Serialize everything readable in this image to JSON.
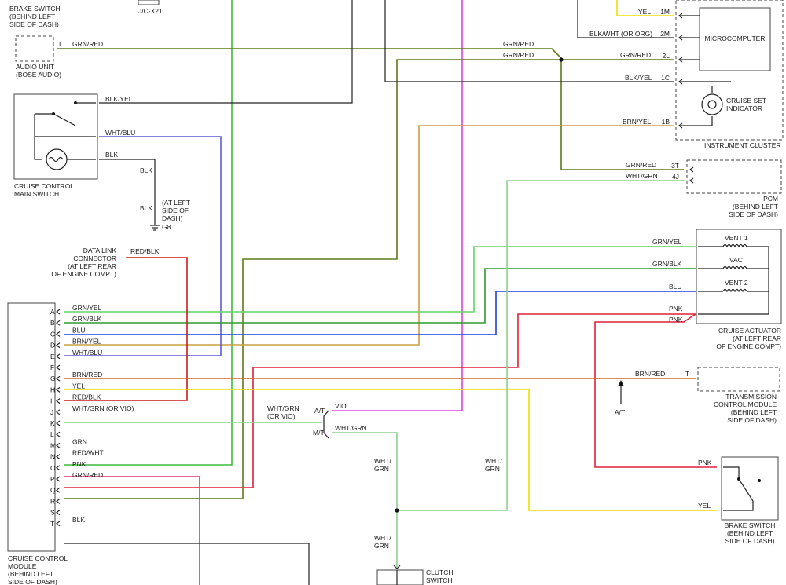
{
  "colors": {
    "grn_red": "#5c7a1a",
    "grn": "#3dbb3d",
    "vio": "#e040e0",
    "brn_yel": "#c8a040",
    "wht_blu": "#5b5bd6",
    "blk": "#222222",
    "grn_yel": "#66d466",
    "grn_blk": "#2f9a2f",
    "blu": "#1f3fe0",
    "pnk": "#e0203a",
    "red_blk": "#cc1a1a",
    "yel": "#f0e000",
    "brn_red": "#d2691e",
    "wht_grn": "#8ed08e",
    "red_wht": "#e0306a"
  },
  "components": {
    "brake_switch_top": "BRAKE SWITCH\n(BEHIND LEFT\nSIDE OF DASH)",
    "jc": "J/C-X21",
    "audio_unit": "AUDIO UNIT\n(BOSE AUDIO)",
    "audio_pin": "I",
    "cruise_main_switch": "CRUISE CONTROL\nMAIN SWITCH",
    "ground_note": "(AT LEFT\nSIDE OF\nDASH)",
    "ground": "G8",
    "dlc": "DATA LINK\nCONNECTOR\n(AT LEFT REAR\nOF ENGINE COMPT)",
    "ccm": "CRUISE CONTROL\nMODULE\n(BEHIND LEFT\nSIDE OF DASH)",
    "instrument_cluster": "INSTRUMENT CLUSTER",
    "microcomputer": "MICROCOMPUTER",
    "cruise_set": "CRUISE SET\nINDICATOR",
    "pcm": "PCM\n(BEHIND LEFT\nSIDE OF DASH)",
    "cruise_actuator": "CRUISE ACTUATOR\n(AT LEFT REAR\nOF ENGINE COMPT)",
    "vent1": "VENT 1",
    "vac": "VAC",
    "vent2": "VENT 2",
    "tcm": "TRANSMISSION\nCONTROL MODULE\n(BEHIND LEFT\nSIDE OF DASH)",
    "tcm_pin": "T",
    "brake_switch_bottom": "BRAKE SWITCH\n(BEHIND LEFT\nSIDE OF DASH)",
    "clutch_switch": "CLUTCH\nSWITCH",
    "at_marker": "A/T",
    "at": "A/T",
    "mt": "M/T",
    "wht_grn_or_vio": "WHT/GRN\n(OR VIO)",
    "wht_grn_split": "WHT/\nGRN"
  },
  "wire_labels": {
    "grn_red": "GRN/RED",
    "blk_yel": "BLK/YEL",
    "wht_blu": "WHT/BLU",
    "blk": "BLK",
    "red_blk": "RED/BLK",
    "yel": "YEL",
    "blk_wht_or_org": "BLK/WHT (OR ORG)",
    "brn_yel": "BRN/YEL",
    "grn_yel": "GRN/YEL",
    "grn_blk": "GRN/BLK",
    "blu": "BLU",
    "pnk": "PNK",
    "brn_red": "BRN/RED",
    "wht_grn": "WHT/GRN",
    "vio": "VIO"
  },
  "cluster_pins": [
    "1M",
    "2M",
    "2L",
    "1C",
    "1B"
  ],
  "pcm_pins": [
    "3T",
    "4J"
  ],
  "ccm_pins": [
    {
      "pin": "A",
      "wire": "GRN/YEL"
    },
    {
      "pin": "B",
      "wire": "GRN/BLK"
    },
    {
      "pin": "C",
      "wire": "BLU"
    },
    {
      "pin": "D",
      "wire": "BRN/YEL"
    },
    {
      "pin": "E",
      "wire": "WHT/BLU"
    },
    {
      "pin": "F",
      "wire": ""
    },
    {
      "pin": "G",
      "wire": "BRN/RED"
    },
    {
      "pin": "H",
      "wire": "YEL"
    },
    {
      "pin": "I",
      "wire": "RED/BLK"
    },
    {
      "pin": "J",
      "wire": "WHT/GRN (OR VIO)"
    },
    {
      "pin": "K",
      "wire": ""
    },
    {
      "pin": "L",
      "wire": ""
    },
    {
      "pin": "M",
      "wire": "GRN"
    },
    {
      "pin": "N",
      "wire": "RED/WHT"
    },
    {
      "pin": "O",
      "wire": "PNK"
    },
    {
      "pin": "P",
      "wire": "GRN/RED"
    },
    {
      "pin": "Q",
      "wire": ""
    },
    {
      "pin": "R",
      "wire": ""
    },
    {
      "pin": "S",
      "wire": ""
    },
    {
      "pin": "T",
      "wire": "BLK"
    }
  ]
}
